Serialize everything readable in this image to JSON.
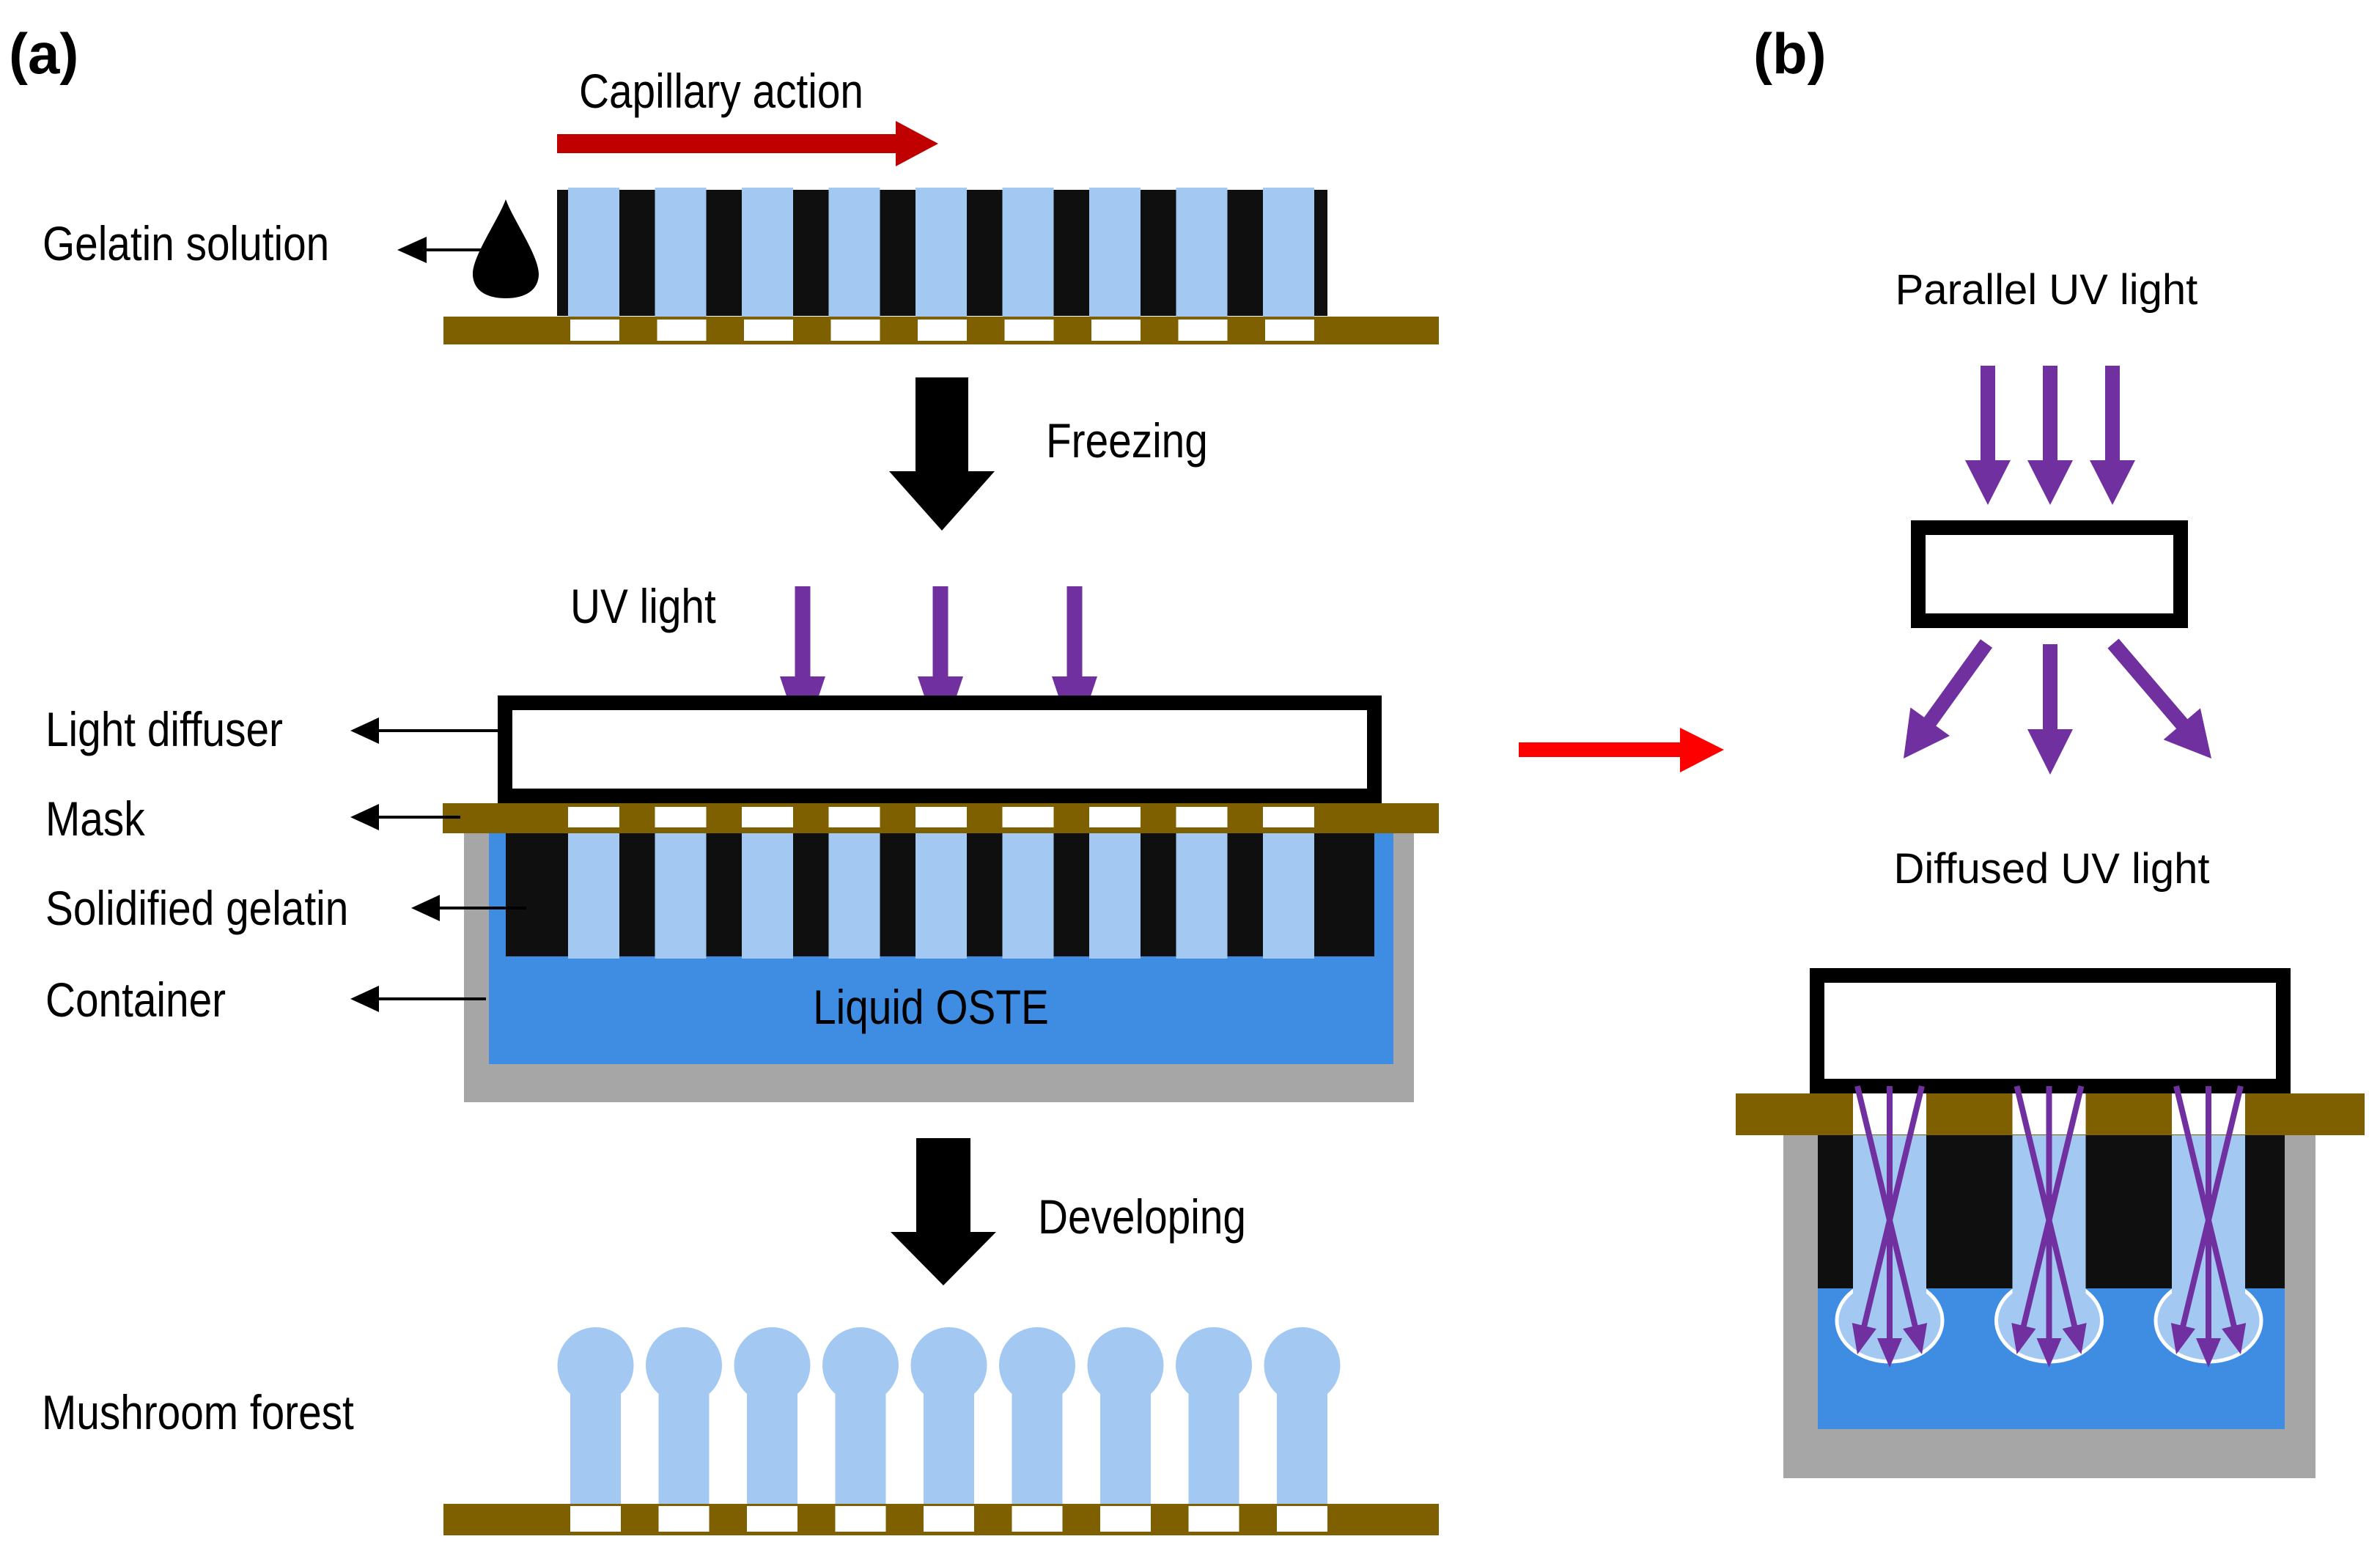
{
  "figure": {
    "panel_a": {
      "label": "(a)",
      "steps": {
        "capillary": "Capillary action",
        "freezing": "Freezing",
        "uv": "UV light",
        "developing": "Developing"
      },
      "parts": {
        "gelatin_solution": "Gelatin solution",
        "light_diffuser": "Light diffuser",
        "mask": "Mask",
        "solidified_gelatin": "Solidified gelatin",
        "container": "Container",
        "liquid_oste": "Liquid OSTE",
        "mushroom_forest": "Mushroom forest"
      },
      "pillar_count": 9
    },
    "panel_b": {
      "label": "(b)",
      "parallel": "Parallel UV light",
      "diffused": "Diffused UV light",
      "pillar_count": 3
    },
    "colors": {
      "substrate": "#7F6000",
      "gelatin": "#0F0F0F",
      "pillar": "#A3C8F1",
      "oste": "#3E8DE3",
      "container": "#A6A6A6",
      "uv": "#7030A0",
      "capillary_arrow": "#C00000",
      "transition_arrow": "#FF0000",
      "ink": "#000000",
      "hole": "#FFFFFF"
    }
  }
}
